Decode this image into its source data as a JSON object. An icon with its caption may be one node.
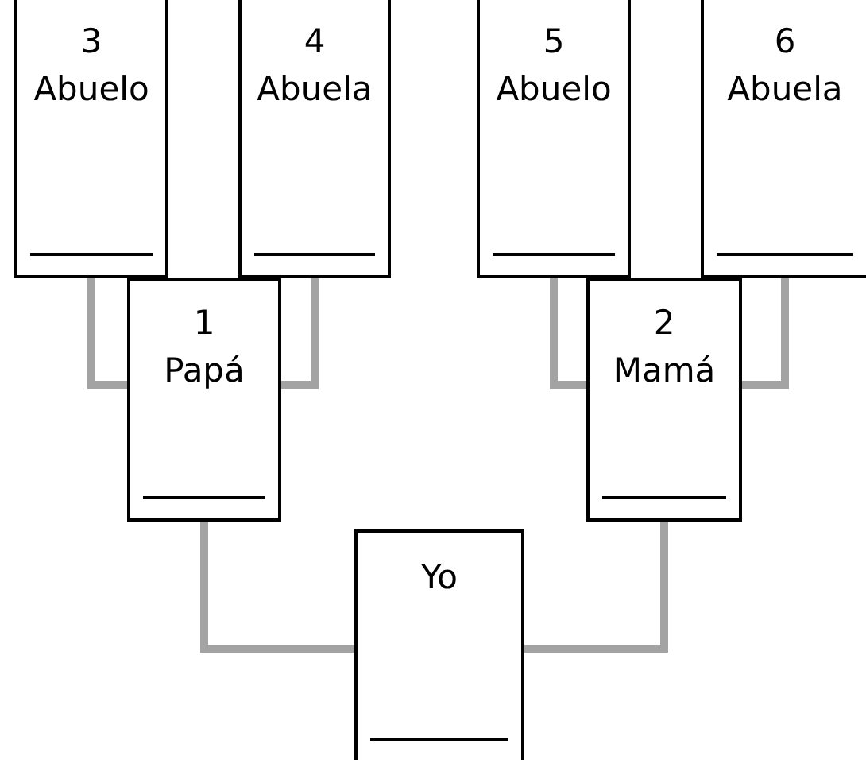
{
  "diagram": {
    "nodes": [
      {
        "text": [
          "3",
          "Abuelo"
        ]
      },
      {
        "text": [
          "4",
          "Abuela"
        ]
      },
      {
        "text": [
          "5",
          "Abuelo"
        ]
      },
      {
        "text": [
          "6",
          "Abuela"
        ]
      },
      {
        "text": [
          "1",
          "Papá"
        ]
      },
      {
        "text": [
          "2",
          "Mamá"
        ]
      },
      {
        "text": [
          "Yo"
        ]
      }
    ],
    "edges": [
      {
        "from": 0,
        "to": 4,
        "arrow": "none"
      },
      {
        "from": 1,
        "to": 4,
        "arrow": "none"
      },
      {
        "from": 2,
        "to": 5,
        "arrow": "none"
      },
      {
        "from": 3,
        "to": 5,
        "arrow": "none"
      },
      {
        "from": 4,
        "to": 6,
        "arrow": "none"
      },
      {
        "from": 5,
        "to": 6,
        "arrow": "none"
      }
    ]
  }
}
